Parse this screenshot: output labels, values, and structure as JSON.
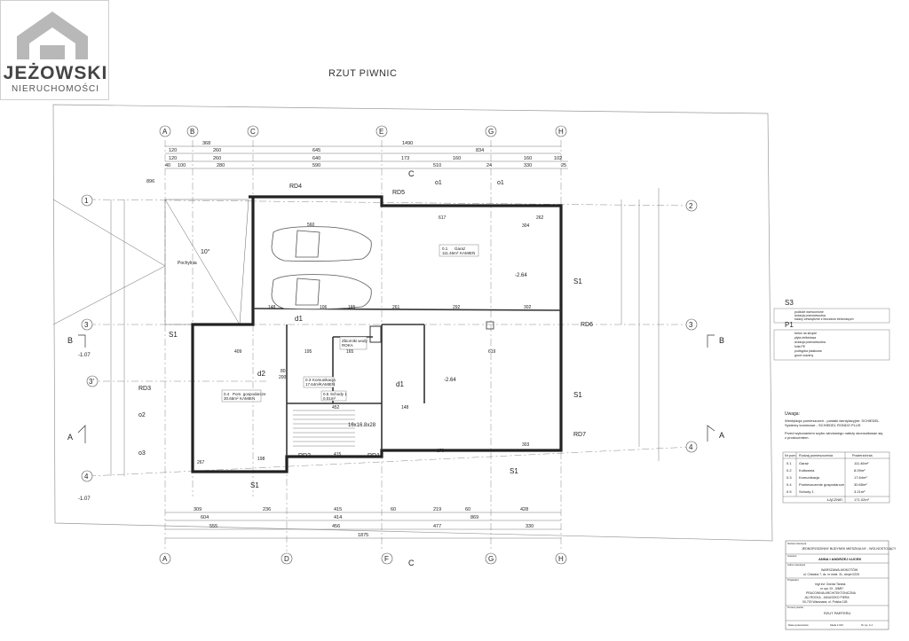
{
  "logo": {
    "name": "JEŻOWSKI",
    "subtitle": "NIERUCHOMOŚCI"
  },
  "drawing": {
    "title": "RZUT PIWNIC",
    "axes_letters": [
      "A",
      "B",
      "C",
      "E",
      "G",
      "H"
    ],
    "axes_letters_bottom": [
      "A",
      "D",
      "F",
      "G",
      "H"
    ],
    "axes_numbers_left": [
      "1",
      "3",
      "3'",
      "4"
    ],
    "axes_numbers_right": [
      "2",
      "3",
      "4"
    ],
    "section_marks": {
      "b": "B",
      "a": "A",
      "c": "C"
    },
    "dims_top_row1": [
      "368",
      "1490"
    ],
    "dims_top_row2": [
      "120",
      "260",
      "645",
      "834"
    ],
    "dims_top_row3": [
      "120",
      "260",
      "640",
      "173",
      "160",
      "160",
      "102"
    ],
    "dims_top_row4": [
      "40",
      "100",
      "280",
      "590",
      "510",
      "24",
      "330",
      "25"
    ],
    "dim_left_total": "896",
    "dims_bottom_row1": [
      "309",
      "236",
      "415",
      "60",
      "219",
      "60",
      "428"
    ],
    "dims_bottom_row2": [
      "604",
      "414",
      "869"
    ],
    "dims_bottom_row3": [
      "555",
      "456",
      "477",
      "330"
    ],
    "dim_bottom_total": "1875",
    "room_labels": {
      "garage": {
        "id": "0.1",
        "name": "Garaż",
        "area": "111.46m²",
        "type": "KAMIEŃ"
      },
      "boiler": {
        "id": "0.4",
        "name": "Pom. gospodarcze",
        "area": "30.65m²",
        "type": "KAMIEŃ"
      },
      "comm": {
        "id": "0.3",
        "name": "Komunikacja",
        "area": "17.64m²",
        "type": "KAMIEŃ"
      },
      "stairs": {
        "id": "0.5",
        "name": "Schody 1",
        "area": "0.01m²"
      },
      "storage": {
        "name": "Zbiorniki wody",
        "note": "ROKA"
      }
    },
    "markers": {
      "rd4": "RD4",
      "rd5": "RD5",
      "rd6": "RD6",
      "rd7": "RD7",
      "rd1": "RD1",
      "rd2": "RD2",
      "rd3": "RD3",
      "s1": "S1",
      "d1": "d1",
      "d2": "d2",
      "o1": "o1",
      "o2": "o2",
      "o3": "o3",
      "lvl_a": "-2.64",
      "lvl_b": "-2.64",
      "lvl_c": "-1.07",
      "lvl_d": "-1.07",
      "slope": "10°",
      "ramp": "Pochylnia",
      "stairs": "16x16.8x28"
    },
    "dims_inner": [
      "560",
      "617",
      "262",
      "304",
      "292",
      "302",
      "261",
      "148",
      "106",
      "165",
      "409",
      "195",
      "165",
      "452",
      "415",
      "148",
      "303",
      "267",
      "198",
      "619",
      "170",
      "80",
      "200"
    ]
  },
  "legend": {
    "s3": {
      "title": "S3",
      "lines": [
        "podłoże wzmocnione",
        "izolacja przeciwwodna",
        "ściany zewnętrzne z bloczków betonowych"
      ]
    },
    "p1": {
      "title": "P1",
      "lines": [
        "beton na stropie",
        "płyta żelbetowa",
        "izolacja przeciwwodna",
        "folia PE",
        "podsypka piaskowa",
        "grunt rodzimy"
      ]
    }
  },
  "notes": {
    "heading": "Uwaga:",
    "lines": [
      "Wentylacja pomieszczeń - pustaki wentylacyjne: SCHIEDEL",
      "Systemy kominowe - SCHIEDEL RONDO PLUS",
      "Przed wykonaniem szybu windowego należy skonsultować się",
      "z producentem."
    ]
  },
  "areas": {
    "headers": [
      "Nr pom.",
      "Rodzaj pomieszczenia",
      "Powierzchnia"
    ],
    "rows": [
      [
        "0.1",
        "Garaż",
        "111.46m²"
      ],
      [
        "0.2",
        "Kotłownia",
        "8.09m²"
      ],
      [
        "0.3",
        "Komunikacja",
        "17.64m²"
      ],
      [
        "0.4",
        "Pomieszczenie gospodarcze",
        "30.65m²"
      ],
      [
        "0.5",
        "Schody 1",
        "3.21m²"
      ]
    ],
    "total_label": "ŁĄCZNIE:",
    "total_value": "171.02m²"
  },
  "title_block": {
    "project_label": "Nazwa inwestycji",
    "project": "JEDNORODZINNY BUDYNEK MIESZKALNY - WOLNOSTOJĄCY",
    "investor_label": "Inwestor",
    "investor": "ANNA I ANDRZEJ ŁUCEK",
    "address_label": "Adres inwestycji",
    "address_lines": [
      "WARSZAWA-MOKOTÓW",
      "ul. Chłodna 7, dz. nr ewid. 31, obręb 0225"
    ],
    "author_label": "Projektant",
    "author_lines": [
      "mgr inż. Dorota Tarana",
      "nr upr. St - 3/8/87",
      "PRACOWNIA ARCHITEKTONICZNA",
      "J&J ROCKA - JANUSZKO PIERA",
      "00-703 Warszawa, ul. Polska 11B"
    ],
    "sheet_label": "Temat rysunku",
    "sheet": "RZUT PARTERU",
    "footer": [
      "Data opracowania",
      "Skala 1:100",
      "Nr rys. A.1"
    ]
  }
}
